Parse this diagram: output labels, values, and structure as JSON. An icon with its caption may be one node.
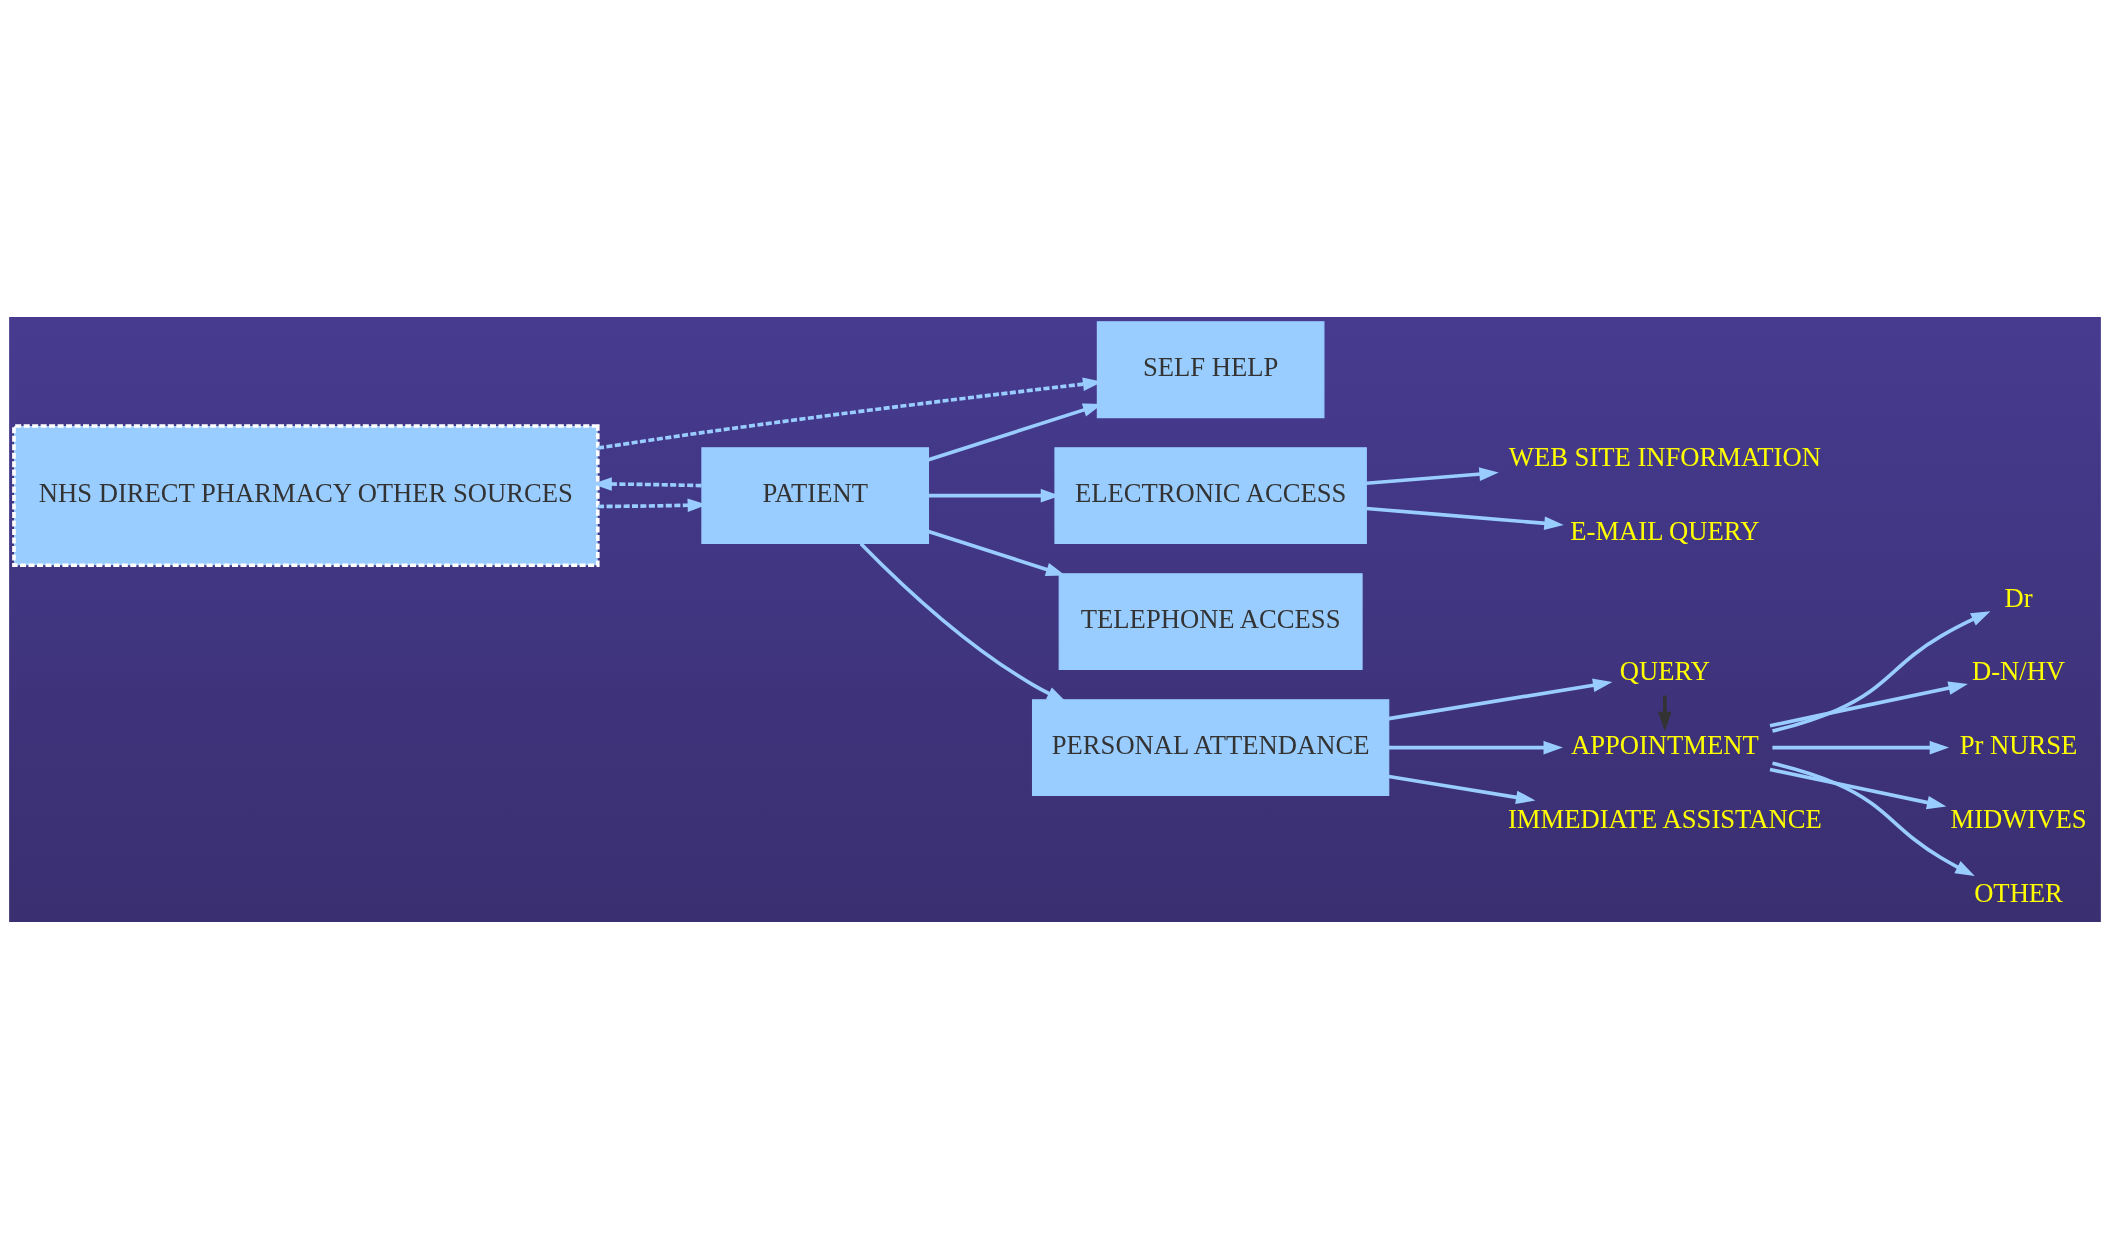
{
  "diagram": {
    "nodes": [
      {
        "text": [
          "NHS DIRECT PHARMACY OTHER SOURCES"
        ]
      },
      {
        "text": [
          "SELF HELP"
        ]
      },
      {
        "text": [
          "PATIENT"
        ]
      },
      {
        "text": [
          "ELECTRONIC ACCESS"
        ]
      },
      {
        "text": [
          "TELEPHONE ACCESS"
        ]
      },
      {
        "text": [
          "PERSONAL ATTENDANCE"
        ]
      },
      {
        "text": [
          "WEB SITE INFORMATION"
        ]
      },
      {
        "text": [
          "E-MAIL QUERY"
        ]
      },
      {
        "text": [
          "QUERY"
        ]
      },
      {
        "text": [
          "APPOINTMENT"
        ]
      },
      {
        "text": [
          "IMMEDIATE ASSISTANCE"
        ]
      },
      {
        "text": [
          "Dr"
        ]
      },
      {
        "text": [
          "D-N/HV"
        ]
      },
      {
        "text": [
          "Pr NURSE"
        ]
      },
      {
        "text": [
          "MIDWIVES"
        ]
      },
      {
        "text": [
          "OTHER"
        ]
      }
    ],
    "edges": [
      {
        "from": 0,
        "to": 1,
        "arrow": "to",
        "style": "dashed"
      },
      {
        "from": 2,
        "to": 0,
        "arrow": "to",
        "style": "dashed"
      },
      {
        "from": 0,
        "to": 2,
        "arrow": "to",
        "style": "dashed"
      },
      {
        "from": 2,
        "to": 1,
        "arrow": "to"
      },
      {
        "from": 2,
        "to": 3,
        "arrow": "to"
      },
      {
        "from": 2,
        "to": 4,
        "arrow": "to"
      },
      {
        "from": 2,
        "to": 5,
        "arrow": "to"
      },
      {
        "from": 3,
        "to": 6,
        "arrow": "to"
      },
      {
        "from": 3,
        "to": 7,
        "arrow": "to"
      },
      {
        "from": 5,
        "to": 8,
        "arrow": "to"
      },
      {
        "from": 5,
        "to": 9,
        "arrow": "to"
      },
      {
        "from": 5,
        "to": 10,
        "arrow": "to"
      },
      {
        "from": 8,
        "to": 9,
        "arrow": "to",
        "color": "#333333"
      },
      {
        "from": 9,
        "to": 11,
        "arrow": "to"
      },
      {
        "from": 9,
        "to": 12,
        "arrow": "to"
      },
      {
        "from": 9,
        "to": 13,
        "arrow": "to"
      },
      {
        "from": 9,
        "to": 14,
        "arrow": "to"
      },
      {
        "from": 9,
        "to": 15,
        "arrow": "to"
      }
    ]
  }
}
